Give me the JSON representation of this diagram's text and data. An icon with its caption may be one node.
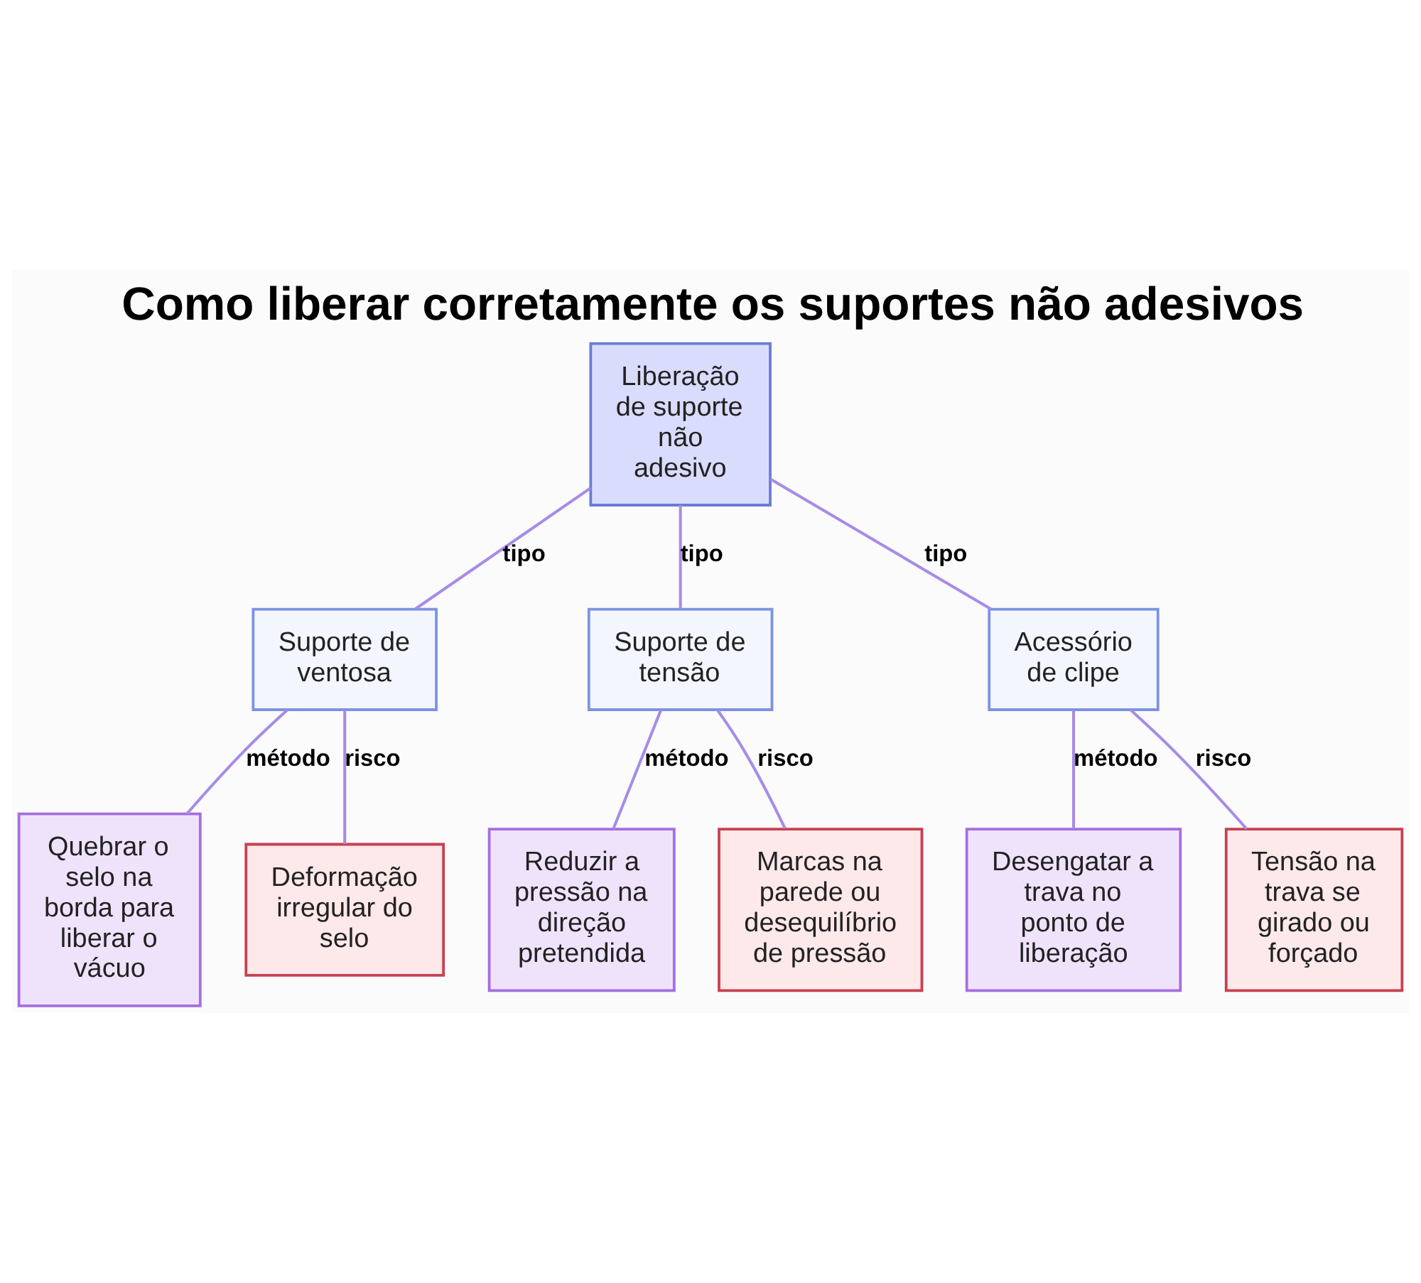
{
  "diagram": {
    "title": "Como liberar corretamente os suportes não adesivos",
    "nodes": [
      {
        "text": [
          "Liberação de suporte não adesivo"
        ]
      },
      {
        "text": [
          "Suporte de ventosa"
        ]
      },
      {
        "text": [
          "Suporte de tensão"
        ]
      },
      {
        "text": [
          "Acessório de clipe"
        ]
      },
      {
        "text": [
          "Quebrar o selo na borda para liberar o vácuo"
        ]
      },
      {
        "text": [
          "Deformação irregular do selo"
        ]
      },
      {
        "text": [
          "Reduzir a pressão na direção pretendida"
        ]
      },
      {
        "text": [
          "Marcas na parede ou desequilíbrio de pressão"
        ]
      },
      {
        "text": [
          "Desengatar a trava no ponto de liberação"
        ]
      },
      {
        "text": [
          "Tensão na trava se girado ou forçado"
        ]
      }
    ],
    "edges": [
      {
        "from": 0,
        "to": 1,
        "arrow": "none",
        "label": "tipo"
      },
      {
        "from": 0,
        "to": 2,
        "arrow": "none",
        "label": "tipo"
      },
      {
        "from": 0,
        "to": 3,
        "arrow": "none",
        "label": "tipo"
      },
      {
        "from": 1,
        "to": 4,
        "arrow": "none",
        "label": "método"
      },
      {
        "from": 1,
        "to": 5,
        "arrow": "none",
        "label": "risco"
      },
      {
        "from": 2,
        "to": 6,
        "arrow": "none",
        "label": "método"
      },
      {
        "from": 2,
        "to": 7,
        "arrow": "none",
        "label": "risco"
      },
      {
        "from": 3,
        "to": 8,
        "arrow": "none",
        "label": "método"
      },
      {
        "from": 3,
        "to": 9,
        "arrow": "none",
        "label": "risco"
      }
    ]
  }
}
